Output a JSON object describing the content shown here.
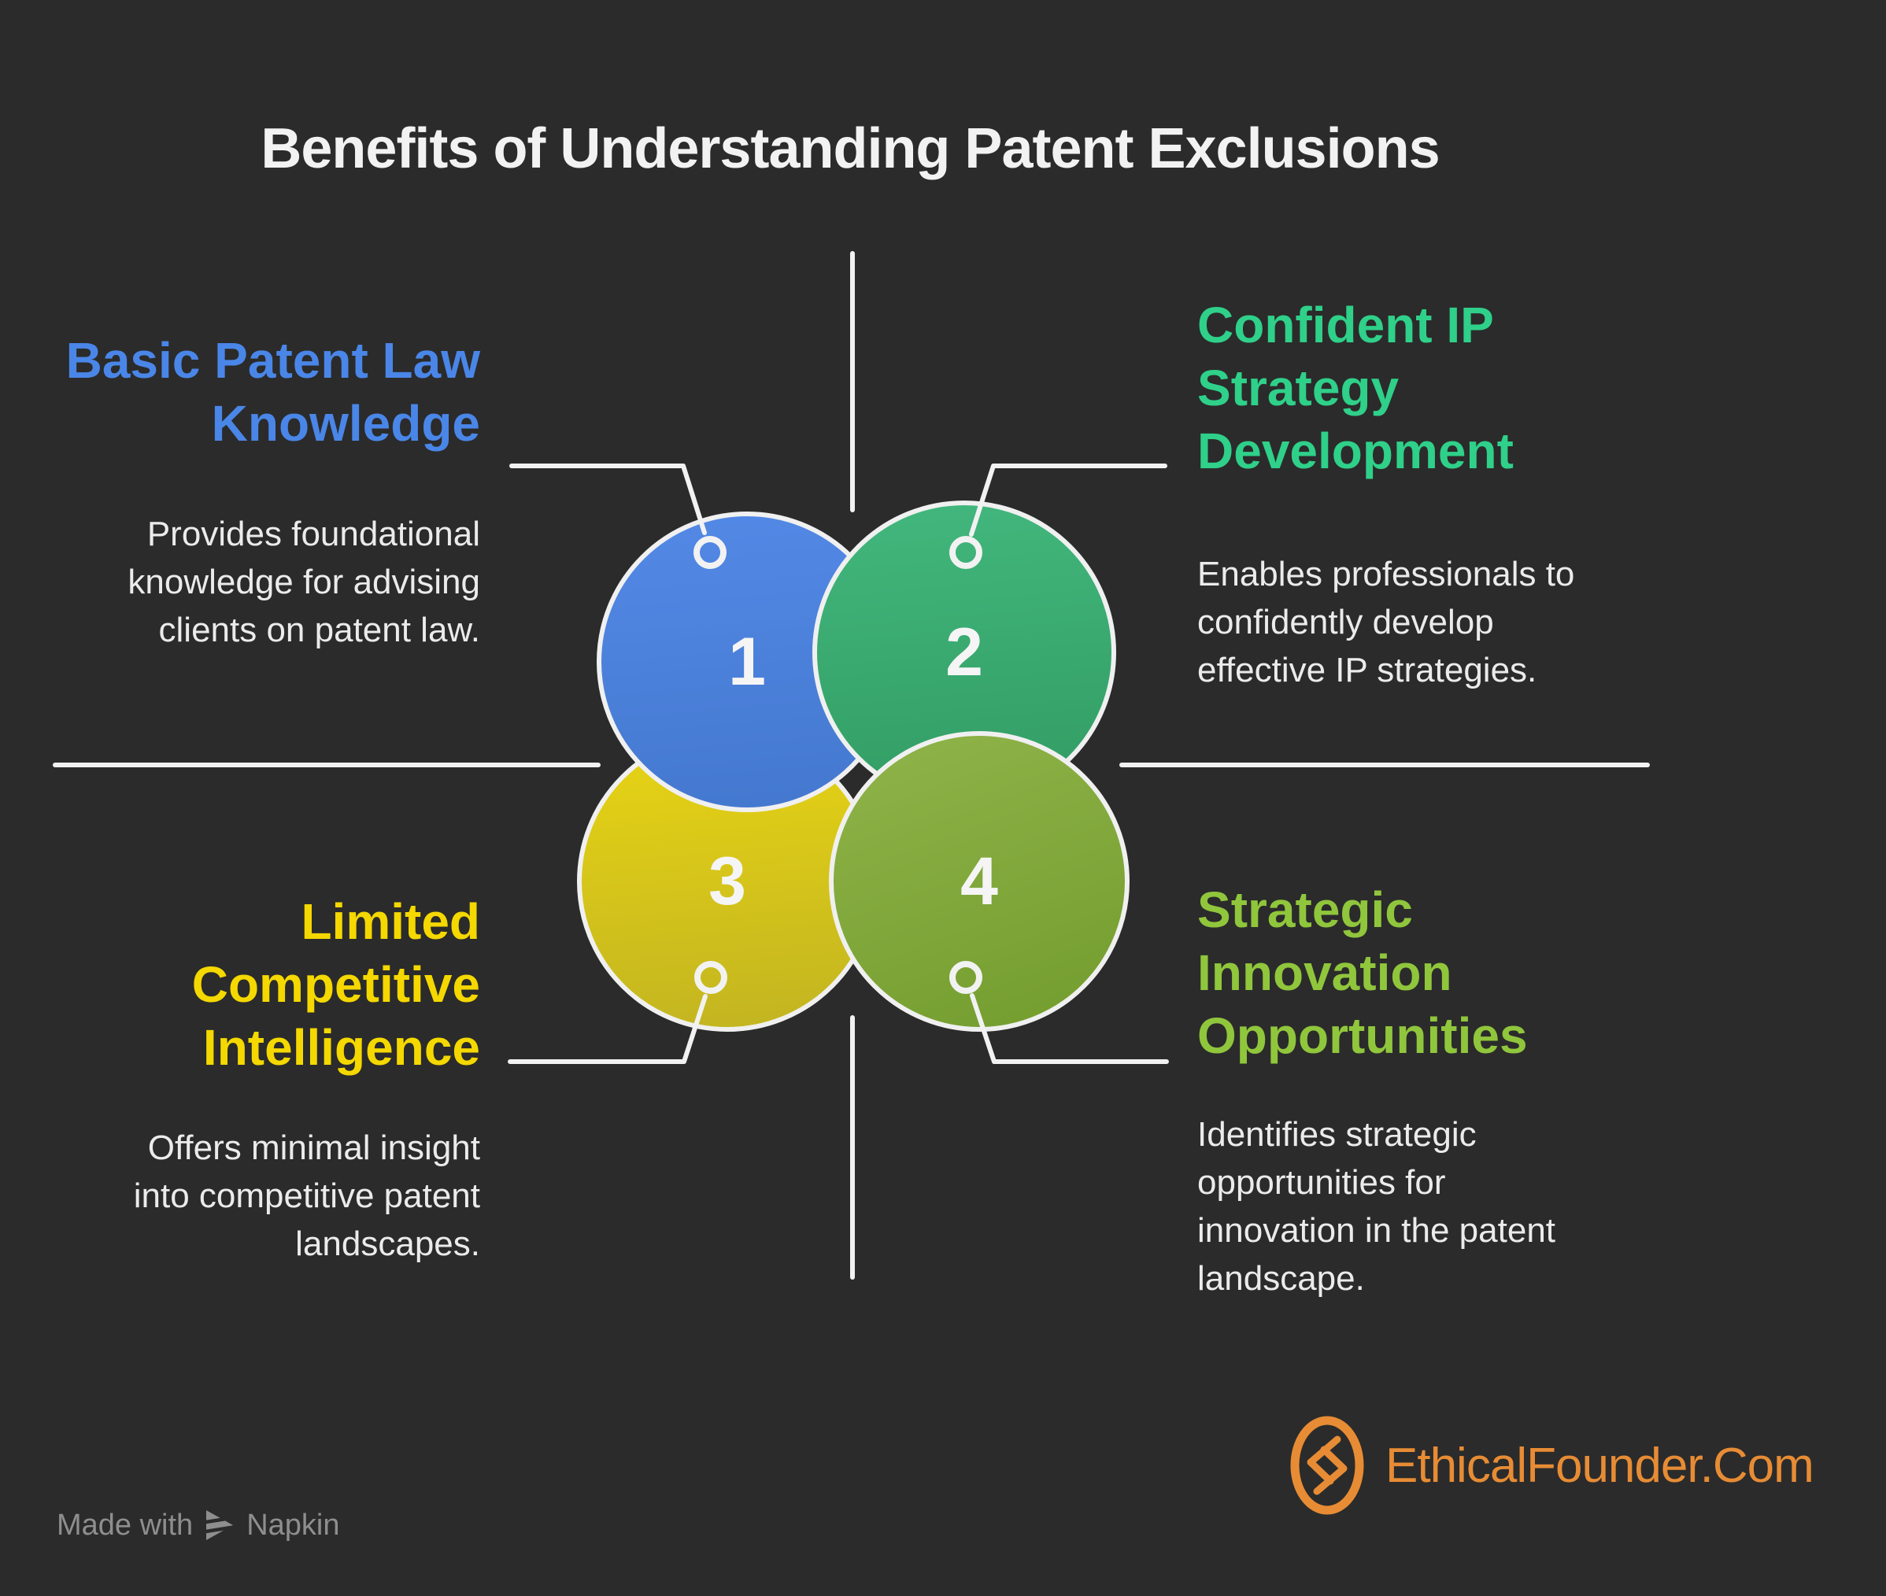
{
  "title": "Benefits of Understanding Patent Exclusions",
  "colors": {
    "background": "#2b2b2b",
    "line": "#f2f2f2",
    "circle_border": "#f0f0f0",
    "title_text": "#f2f2f2",
    "body_text": "#ebebeb",
    "blue_accent": "#4a86e8",
    "green_accent": "#2fd089",
    "yellow_accent": "#f4d800",
    "olive_accent": "#90c63c",
    "circle1_blue": "#4e82dc",
    "circle2_green": "#3cad72",
    "circle3_yellow": "#dfca1a",
    "circle4_olive": "#87ab3c",
    "brand_orange": "#e78c35",
    "footer_gray": "#8e8e8e"
  },
  "quadrants": [
    {
      "number": "1",
      "heading_lines": [
        "Basic Patent Law",
        "Knowledge"
      ],
      "body_lines": [
        "Provides foundational",
        "knowledge for advising",
        "clients on patent law."
      ],
      "accent": "#4a86e8"
    },
    {
      "number": "2",
      "heading_lines": [
        "Confident IP",
        "Strategy",
        "Development"
      ],
      "body_lines": [
        "Enables professionals to",
        "confidently develop",
        "effective IP strategies."
      ],
      "accent": "#2fd089"
    },
    {
      "number": "3",
      "heading_lines": [
        "Limited",
        "Competitive",
        "Intelligence"
      ],
      "body_lines": [
        "Offers minimal insight",
        "into competitive patent",
        "landscapes."
      ],
      "accent": "#f4d800"
    },
    {
      "number": "4",
      "heading_lines": [
        "Strategic",
        "Innovation",
        "Opportunities"
      ],
      "body_lines": [
        "Identifies strategic",
        "opportunities for",
        "innovation in the patent",
        "landscape."
      ],
      "accent": "#90c63c"
    }
  ],
  "footer": {
    "made_with": "Made with",
    "napkin": "Napkin",
    "brand": "EthicalFounder.Com"
  }
}
